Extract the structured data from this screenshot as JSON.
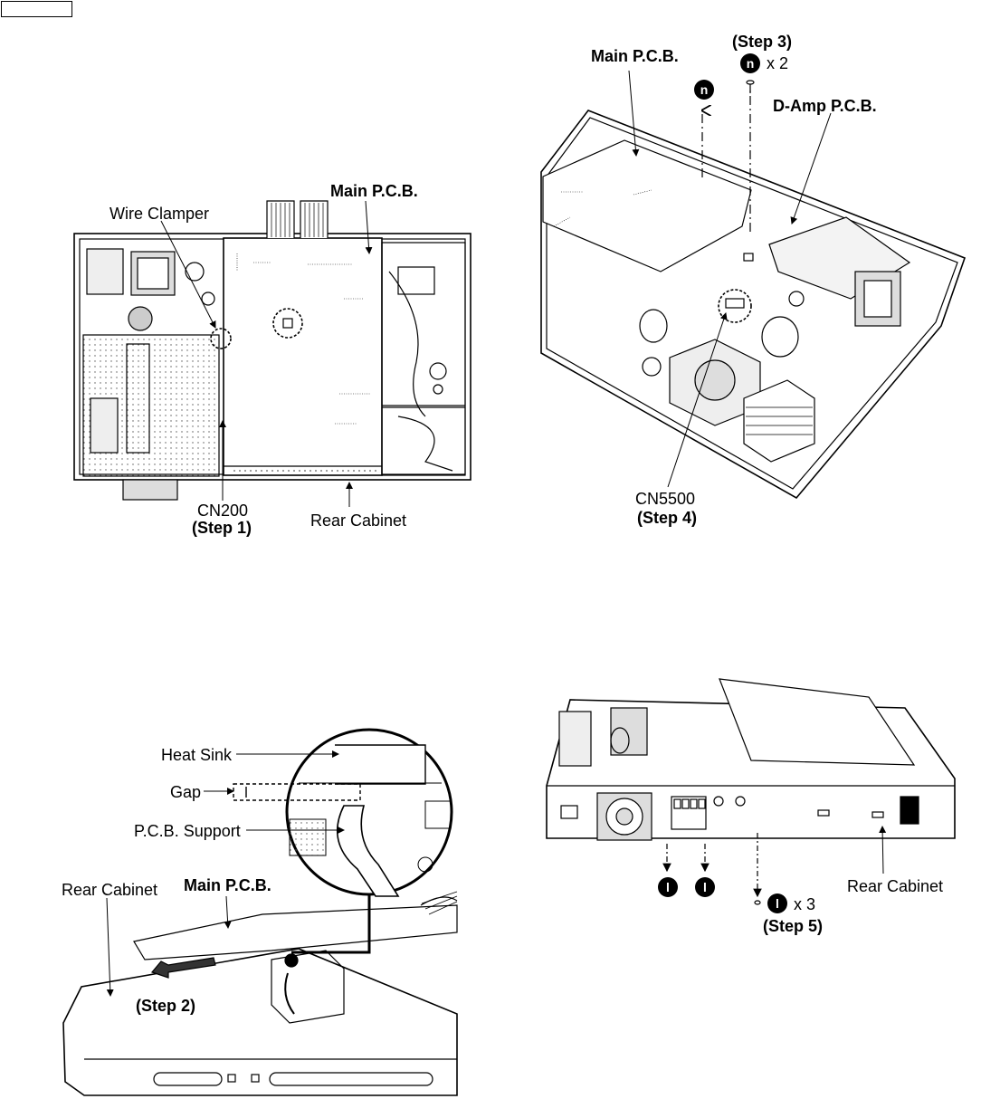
{
  "fig1": {
    "main_pcb": "Main P.C.B.",
    "wire_clamper": "Wire Clamper",
    "cn200": "CN200",
    "step1": "(Step 1)",
    "rear_cabinet": "Rear Cabinet"
  },
  "fig2": {
    "main_pcb": "Main P.C.B.",
    "step3": "(Step 3)",
    "screw_n": "n",
    "screw_count": "x 2",
    "screw_n_single": "n",
    "damp_pcb": "D-Amp P.C.B.",
    "cn5500": "CN5500",
    "step4": "(Step 4)"
  },
  "fig3": {
    "heat_sink": "Heat Sink",
    "gap": "Gap",
    "pcb_support": "P.C.B. Support",
    "rear_cabinet": "Rear Cabinet",
    "main_pcb": "Main P.C.B.",
    "step2": "(Step 2)"
  },
  "fig4": {
    "screw_l_1": "l",
    "screw_l_2": "l",
    "screw_l_3": "l",
    "screw_count": "x 3",
    "step5": "(Step 5)",
    "rear_cabinet": "Rear Cabinet"
  }
}
